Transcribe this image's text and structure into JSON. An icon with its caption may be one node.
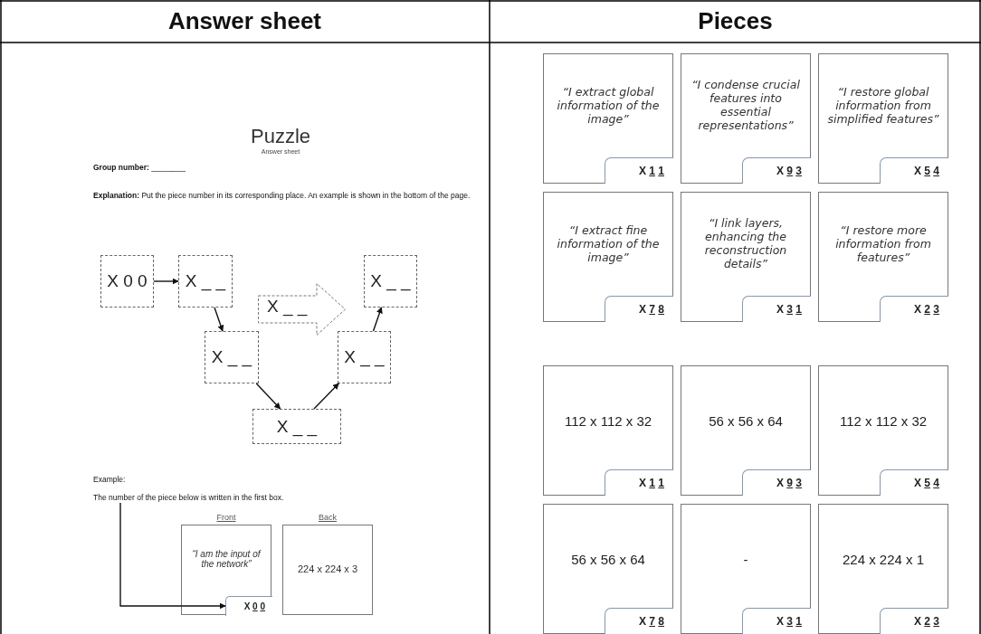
{
  "diagram": {
    "nodes": [
      {
        "text": [
          "X 0 0"
        ]
      },
      {
        "text": [
          "X _ _"
        ]
      },
      {
        "text": [
          "X _ _"
        ]
      },
      {
        "text": [
          "X _ _"
        ]
      },
      {
        "text": [
          "X _ _"
        ]
      },
      {
        "text": [
          "X _ _"
        ]
      },
      {
        "text": [
          "X _ _"
        ]
      },
      {
        "text": [
          "“I am the input of the network”"
        ],
        "beside": [
          "Front"
        ]
      },
      {
        "text": [
          "X 0 0"
        ],
        "in": 7
      },
      {
        "text": [
          "224 x 224 x 3"
        ],
        "beside": [
          "Back"
        ]
      },
      {
        "text": [
          "“I extract global information of the image”"
        ]
      },
      {
        "text": [
          "X 1 1"
        ],
        "in": 10
      },
      {
        "text": [
          "“I condense crucial features into essential representations”"
        ]
      },
      {
        "text": [
          "X 9 3"
        ],
        "in": 12
      },
      {
        "text": [
          "“I restore global information from simplified features”"
        ]
      },
      {
        "text": [
          "X 5 4"
        ],
        "in": 14
      },
      {
        "text": [
          "“I extract fine information of the image”"
        ]
      },
      {
        "text": [
          "X 7 8"
        ],
        "in": 16
      },
      {
        "text": [
          "“I link layers, enhancing the reconstruction details”"
        ]
      },
      {
        "text": [
          "X 3 1"
        ],
        "in": 18
      },
      {
        "text": [
          "“I restore more information from features”"
        ]
      },
      {
        "text": [
          "X 2 3"
        ],
        "in": 20
      },
      {
        "text": [
          "112 x 112 x 32"
        ]
      },
      {
        "text": [
          "X 1 1"
        ],
        "in": 22
      },
      {
        "text": [
          "56 x 56 x 64"
        ]
      },
      {
        "text": [
          "X 9 3"
        ],
        "in": 24
      },
      {
        "text": [
          "112 x 112 x 32"
        ]
      },
      {
        "text": [
          "X 5 4"
        ],
        "in": 26
      },
      {
        "text": [
          "56 x 56 x 64"
        ]
      },
      {
        "text": [
          "X 7 8"
        ],
        "in": 28
      },
      {
        "text": [
          "-"
        ]
      },
      {
        "text": [
          "X 3 1"
        ],
        "in": 30
      },
      {
        "text": [
          "224 x 224 x 1"
        ]
      },
      {
        "text": [
          "X 2 3"
        ],
        "in": 32
      },
      {
        "text": [
          "The number of the piece below is written in the first box."
        ]
      }
    ],
    "edges": [
      {
        "from": 0,
        "to": 1,
        "arrow": "to"
      },
      {
        "from": 1,
        "to": 2,
        "arrow": "to"
      },
      {
        "from": 2,
        "to": 3,
        "arrow": "to"
      },
      {
        "from": 3,
        "to": 4,
        "arrow": "to"
      },
      {
        "from": 4,
        "to": 5,
        "arrow": "to"
      },
      {
        "from": 34,
        "to": 8,
        "arrow": "to"
      }
    ],
    "labels": [
      "Answer sheet",
      "Pieces",
      "Puzzle",
      "Answer sheet",
      "**Group number:** ________",
      "**Explanation:** Put the piece number in its corresponding place. An example is shown in the bottom of the page.",
      "Example:"
    ]
  }
}
